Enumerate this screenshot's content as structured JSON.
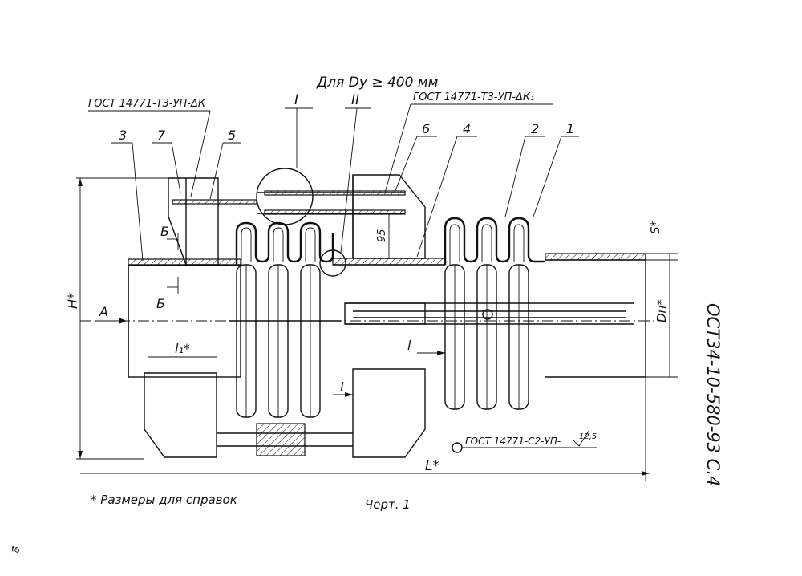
{
  "drawing": {
    "heading": "Для Dу ≥ 400 мм",
    "weld_top_left": "ГОСТ 14771-Т3-УП-ΔК",
    "weld_top_right": "ГОСТ 14771-Т3-УП-ΔК₁",
    "weld_bottom": "ГОСТ 14771-С2-УП-",
    "roughness": "12,5",
    "callout_1": "I",
    "callout_2": "II",
    "item_1": "1",
    "item_2": "2",
    "item_3": "3",
    "item_4": "4",
    "item_5": "5",
    "item_6": "6",
    "item_7": "7",
    "section_letter": "Б",
    "view_letter": "А",
    "dim_H": "H*",
    "dim_L": "L*",
    "dim_S": "S*",
    "dim_Dn": "Dн*",
    "dim_l1": "l₁*",
    "dim_l": "l",
    "dim_95": "95",
    "footnote": "* Размеры для справок",
    "caption": "Черт. 1",
    "doc_code": "ОСТ34-10-580-93 С.4",
    "margin_mark": "ᘔ"
  }
}
